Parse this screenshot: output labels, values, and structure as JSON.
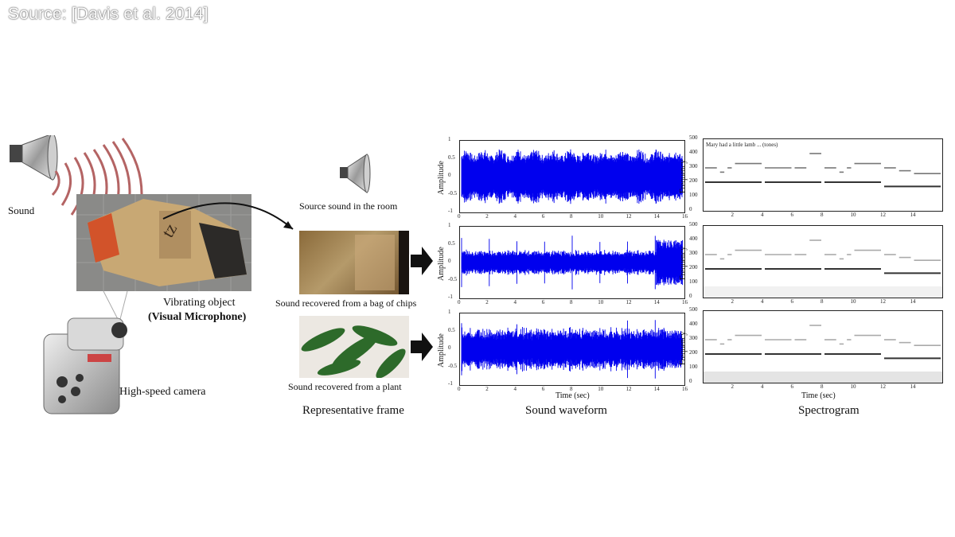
{
  "header": {
    "source": "Source: [Davis et al. 2014]"
  },
  "left": {
    "sound_label": "Sound",
    "object_label_line1": "Vibrating object",
    "object_label_line2": "(Visual Microphone)",
    "camera_label": "High-speed camera"
  },
  "frames": {
    "source_caption": "Source sound in the room",
    "chips_caption": "Sound recovered from a bag of chips",
    "plant_caption": "Sound recovered from a plant",
    "section_label": "Representative frame"
  },
  "waveform": {
    "section_label": "Sound waveform",
    "ylabel": "Amplitude",
    "xlabel": "Time (sec)",
    "yticks": [
      "1",
      "0.5",
      "0",
      "-0.5",
      "-1"
    ],
    "xticks": [
      "0",
      "2",
      "4",
      "6",
      "8",
      "10",
      "12",
      "14",
      "16"
    ]
  },
  "spectrogram": {
    "section_label": "Spectrogram",
    "ylabel": "Frequency",
    "xlabel": "Time (sec)",
    "yticks": [
      "500",
      "400",
      "300",
      "200",
      "100",
      "0"
    ],
    "xticks": [
      "2",
      "4",
      "6",
      "8",
      "10",
      "12",
      "14"
    ],
    "annotation": "Mary had a little lamb ... (tones)"
  },
  "colors": {
    "waveform": "#0000ee",
    "plot_border": "#222222"
  }
}
